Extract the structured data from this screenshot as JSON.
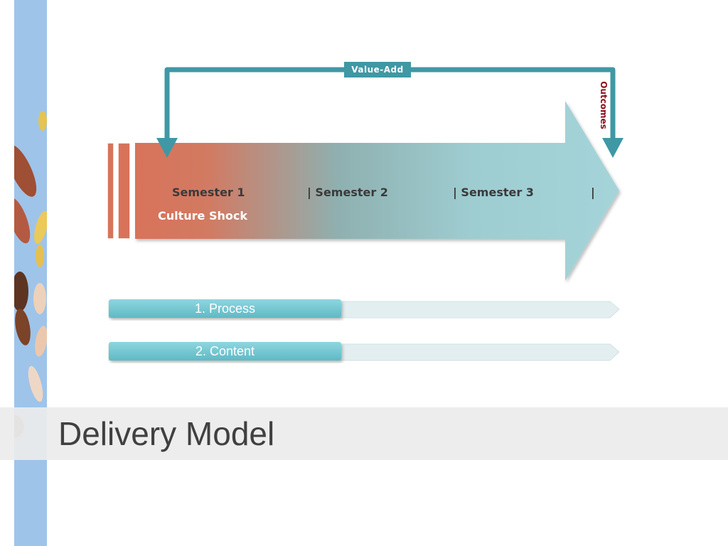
{
  "slide": {
    "title": "Delivery Model"
  },
  "diagram": {
    "feedback_label": "Value-Add",
    "outcome_label": "Outcomes",
    "timeline": {
      "semesters": [
        "Semester 1",
        "| Semester 2",
        "| Semester 3",
        "|"
      ],
      "phase_label": "Culture Shock"
    },
    "tracks": [
      {
        "label": "1. Process",
        "progress": 0.45
      },
      {
        "label": "2. Content",
        "progress": 0.45
      }
    ]
  },
  "colors": {
    "sidebar": "#9ec4ea",
    "teal": "#3f98a4",
    "bar_fill": "#73c9d3",
    "arrow_start": "#d8735a",
    "arrow_end": "#a4d4d9",
    "outcomes_text": "#8b0f1a"
  }
}
